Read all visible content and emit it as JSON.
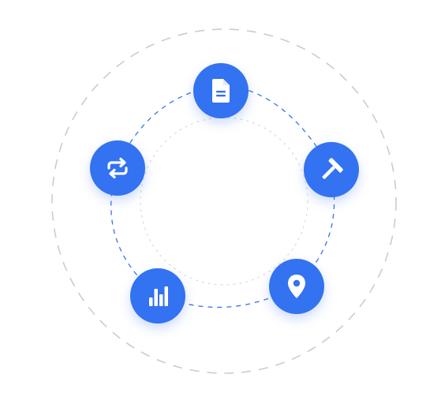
{
  "colors": {
    "accent": "#3372f0",
    "ring_outer": "#c9ccd3",
    "ring_middle": "#3372f0",
    "ring_inner": "#d8dbe0",
    "icon": "#ffffff"
  },
  "nodes": [
    {
      "id": "document",
      "icon": "document-icon"
    },
    {
      "id": "build",
      "icon": "hammer-icon"
    },
    {
      "id": "location",
      "icon": "map-pin-icon"
    },
    {
      "id": "analytics",
      "icon": "bar-chart-icon"
    },
    {
      "id": "sync",
      "icon": "repeat-arrows-icon"
    }
  ]
}
